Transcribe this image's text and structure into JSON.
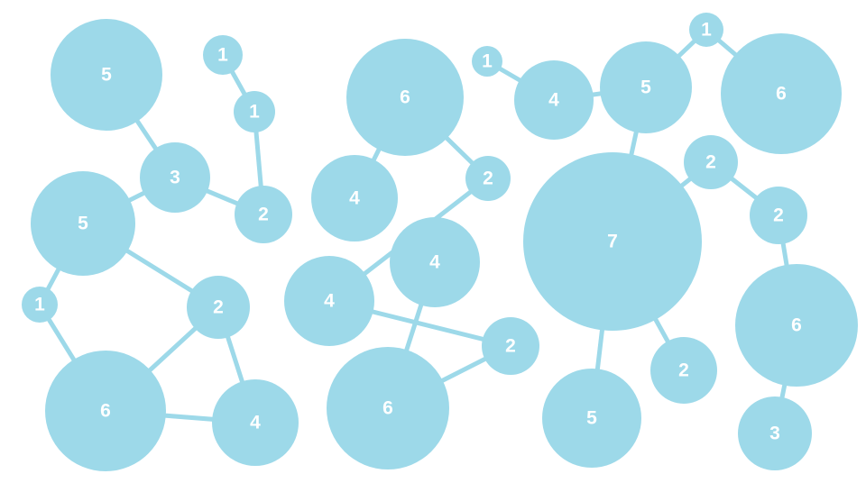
{
  "diagram": {
    "node_fill": "#9dd9e9",
    "edge_color": "#9dd9e9",
    "label_color": "#ffffff",
    "nodes": [
      {
        "id": "n1",
        "label": "5"
      },
      {
        "id": "n2",
        "label": "1"
      },
      {
        "id": "n3",
        "label": "1"
      },
      {
        "id": "n4",
        "label": "3"
      },
      {
        "id": "n5",
        "label": "2"
      },
      {
        "id": "n6",
        "label": "5"
      },
      {
        "id": "n7",
        "label": "1"
      },
      {
        "id": "n8",
        "label": "2"
      },
      {
        "id": "n9",
        "label": "6"
      },
      {
        "id": "n10",
        "label": "4"
      },
      {
        "id": "n11",
        "label": "6"
      },
      {
        "id": "n12",
        "label": "4"
      },
      {
        "id": "n13",
        "label": "2"
      },
      {
        "id": "n14",
        "label": "4"
      },
      {
        "id": "n15",
        "label": "4"
      },
      {
        "id": "n16",
        "label": "2"
      },
      {
        "id": "n17",
        "label": "6"
      },
      {
        "id": "n18",
        "label": "1"
      },
      {
        "id": "n19",
        "label": "4"
      },
      {
        "id": "n20",
        "label": "5"
      },
      {
        "id": "n21",
        "label": "1"
      },
      {
        "id": "n22",
        "label": "6"
      },
      {
        "id": "n23",
        "label": "7"
      },
      {
        "id": "n24",
        "label": "2"
      },
      {
        "id": "n25",
        "label": "2"
      },
      {
        "id": "n26",
        "label": "6"
      },
      {
        "id": "n27",
        "label": "2"
      },
      {
        "id": "n28",
        "label": "5"
      },
      {
        "id": "n29",
        "label": "3"
      }
    ],
    "edges": [
      [
        "n1",
        "n4"
      ],
      [
        "n2",
        "n3"
      ],
      [
        "n3",
        "n5"
      ],
      [
        "n4",
        "n5"
      ],
      [
        "n4",
        "n6"
      ],
      [
        "n6",
        "n7"
      ],
      [
        "n6",
        "n8"
      ],
      [
        "n7",
        "n9"
      ],
      [
        "n8",
        "n9"
      ],
      [
        "n8",
        "n10"
      ],
      [
        "n9",
        "n10"
      ],
      [
        "n11",
        "n12"
      ],
      [
        "n11",
        "n13"
      ],
      [
        "n13",
        "n14"
      ],
      [
        "n14",
        "n16"
      ],
      [
        "n15",
        "n17"
      ],
      [
        "n16",
        "n17"
      ],
      [
        "n18",
        "n19"
      ],
      [
        "n19",
        "n20"
      ],
      [
        "n20",
        "n21"
      ],
      [
        "n21",
        "n22"
      ],
      [
        "n20",
        "n23"
      ],
      [
        "n23",
        "n24"
      ],
      [
        "n24",
        "n25"
      ],
      [
        "n25",
        "n26"
      ],
      [
        "n23",
        "n27"
      ],
      [
        "n23",
        "n28"
      ],
      [
        "n26",
        "n29"
      ]
    ]
  }
}
